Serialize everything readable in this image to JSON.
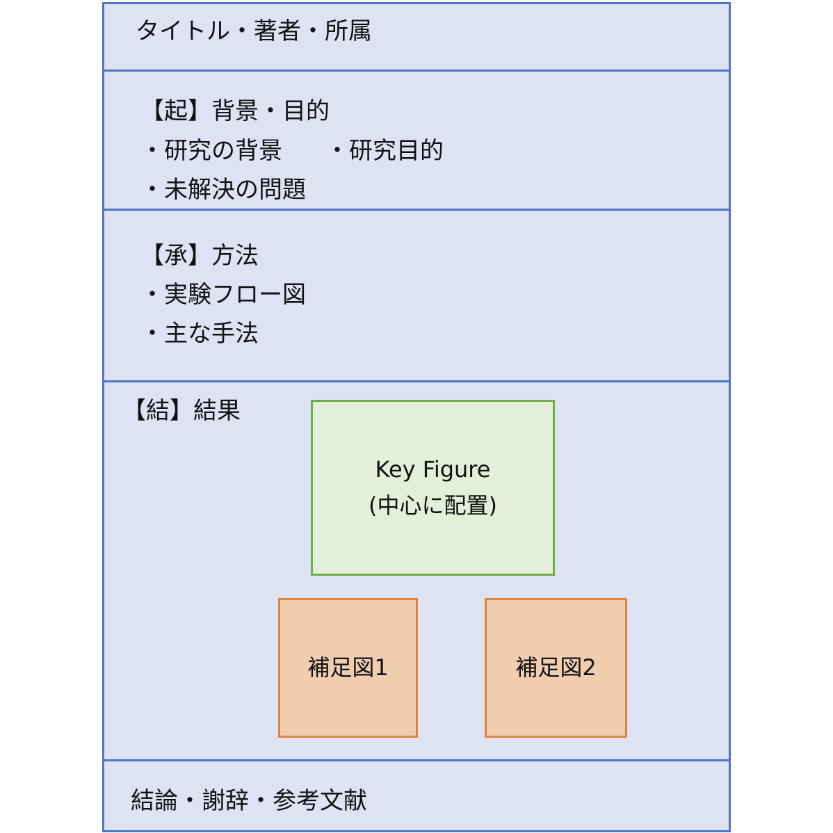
{
  "sections": {
    "title": {
      "label": "タイトル・著者・所属"
    },
    "ki": {
      "heading": "【起】背景・目的",
      "items": [
        "・研究の背景",
        "・研究目的",
        "・未解決の問題"
      ]
    },
    "sho": {
      "heading": "【承】方法",
      "items": [
        "・実験フロー図",
        "・主な手法"
      ]
    },
    "ketsu": {
      "heading": "【結】結果",
      "key_figure": {
        "line1": "Key Figure",
        "line2": "(中心に配置)"
      },
      "supplement1": "補足図1",
      "supplement2": "補足図2"
    },
    "conclusion": {
      "label": "結論・謝辞・参考文献"
    }
  },
  "colors": {
    "section_fill": "#dde3f2",
    "section_border": "#4f74c4",
    "key_fill": "#e2efda",
    "key_border": "#70ad47",
    "supp_fill": "#f1cdb0",
    "supp_border": "#e0833f"
  }
}
